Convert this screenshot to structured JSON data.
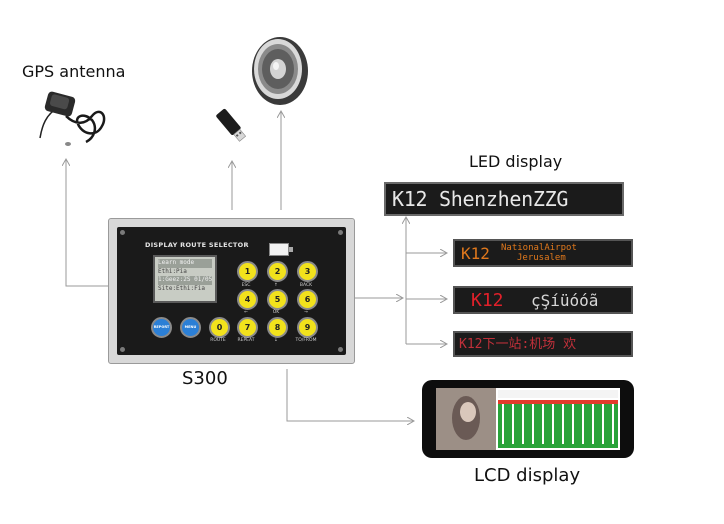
{
  "labels": {
    "gps": "GPS antenna",
    "led": "LED display",
    "lcd": "LCD display",
    "device": "S300"
  },
  "panel": {
    "title": "DISPLAY ROUTE SELECTOR",
    "screen_lines": [
      "Learn mode",
      "Ethi:Pia",
      "1:Geez:2S  01/05",
      "Site:Ethi:Fia"
    ],
    "keys": [
      {
        "label": "1",
        "sub": "ESC"
      },
      {
        "label": "2",
        "sub": "↑"
      },
      {
        "label": "3",
        "sub": "BACK"
      },
      {
        "label": "4",
        "sub": "←"
      },
      {
        "label": "5",
        "sub": "OK"
      },
      {
        "label": "6",
        "sub": "→"
      },
      {
        "label": "0",
        "sub": "ROUTE"
      },
      {
        "label": "7",
        "sub": "REPEAT"
      },
      {
        "label": "8",
        "sub": "↓"
      },
      {
        "label": "9",
        "sub": "TO/FROM"
      }
    ],
    "blue_keys": [
      "REPORT",
      "MENU"
    ]
  },
  "led_displays": [
    {
      "text": "K12 ShenzhenZZG",
      "color": "#e8e8e8"
    },
    {
      "route": "K12",
      "text_line1": "NationalAirpot",
      "text_line2": "Jerusalem",
      "color": "#e0781c"
    },
    {
      "route": "K12",
      "text": "çŞíüóóã",
      "color_route": "#e0202a",
      "color": "#d8d8d8"
    },
    {
      "text": "K12下一站:机场  欢",
      "color": "#c0303a"
    }
  ],
  "colors": {
    "arrow": "#9a9a9a",
    "key_yellow": "#f2e21c",
    "key_blue": "#2b7fd6"
  }
}
